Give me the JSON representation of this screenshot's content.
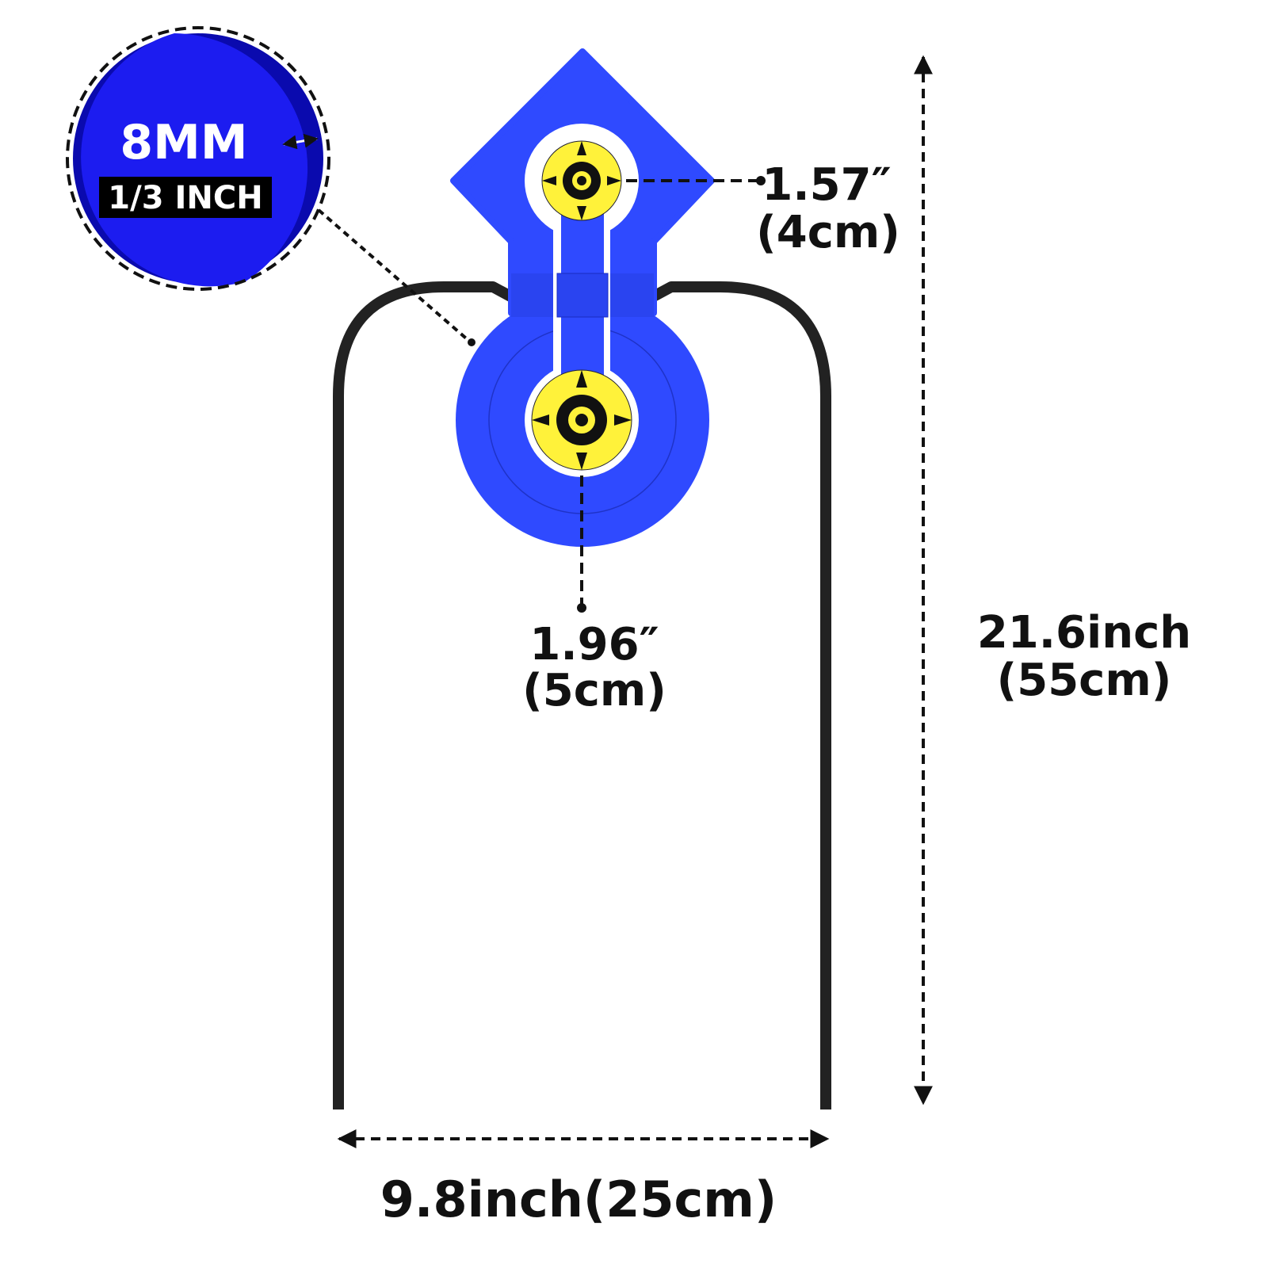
{
  "colors": {
    "target_blue": "#2f4aff",
    "inset_blue": "#1c1cf0",
    "inset_shadow": "#0a0aae",
    "target_yellow": "#fff23a",
    "stand": "#222222",
    "ink": "#111111"
  },
  "inset": {
    "thickness_mm": "8MM",
    "thickness_inch": "1/3 INCH"
  },
  "dimensions": {
    "top_target_inch": "1.57″",
    "top_target_cm": "(4cm)",
    "bottom_target_inch": "1.96″",
    "bottom_target_cm": "(5cm)",
    "height_inch": "21.6inch",
    "height_cm": "(55cm)",
    "width": "9.8inch(25cm)"
  }
}
